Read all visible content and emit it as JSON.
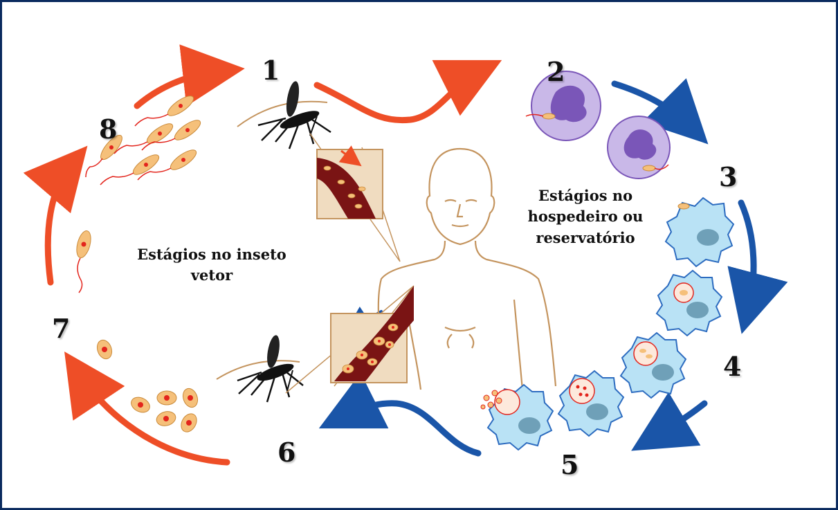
{
  "stage_labels": {
    "s1": "1",
    "s2": "2",
    "s3": "3",
    "s4": "4",
    "s5": "5",
    "s6": "6",
    "s7": "7",
    "s8": "8"
  },
  "host_label": "Estágios no hospedeiro ou reservatório",
  "vector_label": "Estágios no inseto vetor",
  "colors": {
    "vector_arrow": "#ee4e27",
    "host_arrow": "#1a55a8",
    "parasite": "#f5c07a",
    "nucleus": "#e3241c",
    "macrophage": "#b9e2f5",
    "macrophage_edge": "#2d6cc0",
    "neutrophil": "#c9b8e8",
    "neutrophil_nucleus": "#7a56b8",
    "blood": "#7a1414",
    "skin": "#c4945e"
  }
}
